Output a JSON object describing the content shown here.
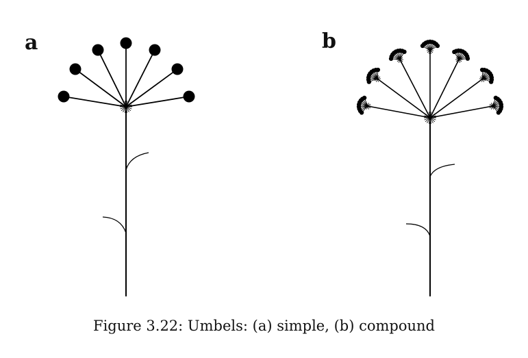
{
  "figure": {
    "panels": [
      {
        "id": "a",
        "label": "a",
        "kind": "simple"
      },
      {
        "id": "b",
        "label": "b",
        "kind": "compound"
      }
    ],
    "caption": "Figure 3.22: Umbels: (a) simple, (b) compound",
    "ink_color": "#000000"
  }
}
